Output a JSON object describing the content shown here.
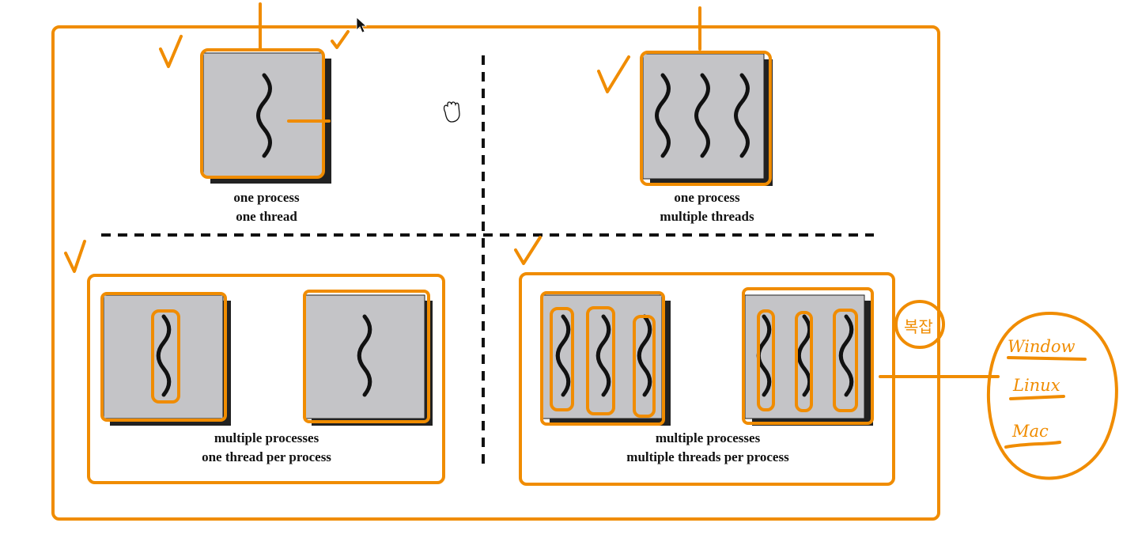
{
  "quadrants": {
    "top_left": {
      "line1": "one process",
      "line2": "one thread"
    },
    "top_right": {
      "line1": "one process",
      "line2": "multiple threads"
    },
    "bottom_left": {
      "line1": "multiple processes",
      "line2": "one thread per process"
    },
    "bottom_right": {
      "line1": "multiple processes",
      "line2": "multiple threads per process"
    }
  },
  "annotations": {
    "complex_note": "복잡",
    "os_list": [
      "Window",
      "Linux",
      "Mac"
    ]
  },
  "colors": {
    "highlight": "#f08c00",
    "process_fill": "#c4c4c7",
    "shadow": "#222222",
    "thread": "#111111"
  }
}
